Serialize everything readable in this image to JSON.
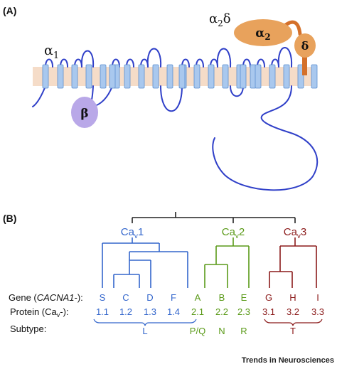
{
  "panel_a": {
    "label": "(A)",
    "alpha1": {
      "base": "α",
      "sub": "1"
    },
    "alpha2delta": {
      "base": "α",
      "sub": "2",
      "tail": "δ"
    },
    "alpha2": {
      "base": "α",
      "sub": "2"
    },
    "delta": "δ",
    "beta": "β"
  },
  "panel_b": {
    "label": "(B)",
    "families": [
      {
        "pre": "Ca",
        "sub": "v",
        "post": "1",
        "color": "#3366cc"
      },
      {
        "pre": "Ca",
        "sub": "v",
        "post": "2",
        "color": "#5a9a18"
      },
      {
        "pre": "Ca",
        "sub": "v",
        "post": "3",
        "color": "#8b1a1a"
      }
    ],
    "row_labels": {
      "gene": {
        "pre": "Gene (",
        "italic": "CACNA1",
        "post": "-):"
      },
      "protein": {
        "pre": "Protein (Ca",
        "sub": "v",
        "post": "-):"
      },
      "subtype": "Subtype:"
    },
    "genes": [
      "S",
      "C",
      "D",
      "F",
      "A",
      "B",
      "E",
      "G",
      "H",
      "I"
    ],
    "proteins": [
      "1.1",
      "1.2",
      "1.3",
      "1.4",
      "2.1",
      "2.2",
      "2.3",
      "3.1",
      "3.2",
      "3.3"
    ],
    "subtypes": [
      "L",
      "P/Q",
      "N",
      "R",
      "T"
    ]
  },
  "footer": "Trends in Neurosciences",
  "colors": {
    "membrane": "#f5dcc8",
    "segment_fill": "#a9c8ee",
    "segment_stroke": "#5b8fd0",
    "chain": "#2f3fc8",
    "beta_fill": "#b9a8e8",
    "a2d_fill": "#e8a25c",
    "a2d_stem": "#d4702a",
    "tree_root": "#222222"
  }
}
